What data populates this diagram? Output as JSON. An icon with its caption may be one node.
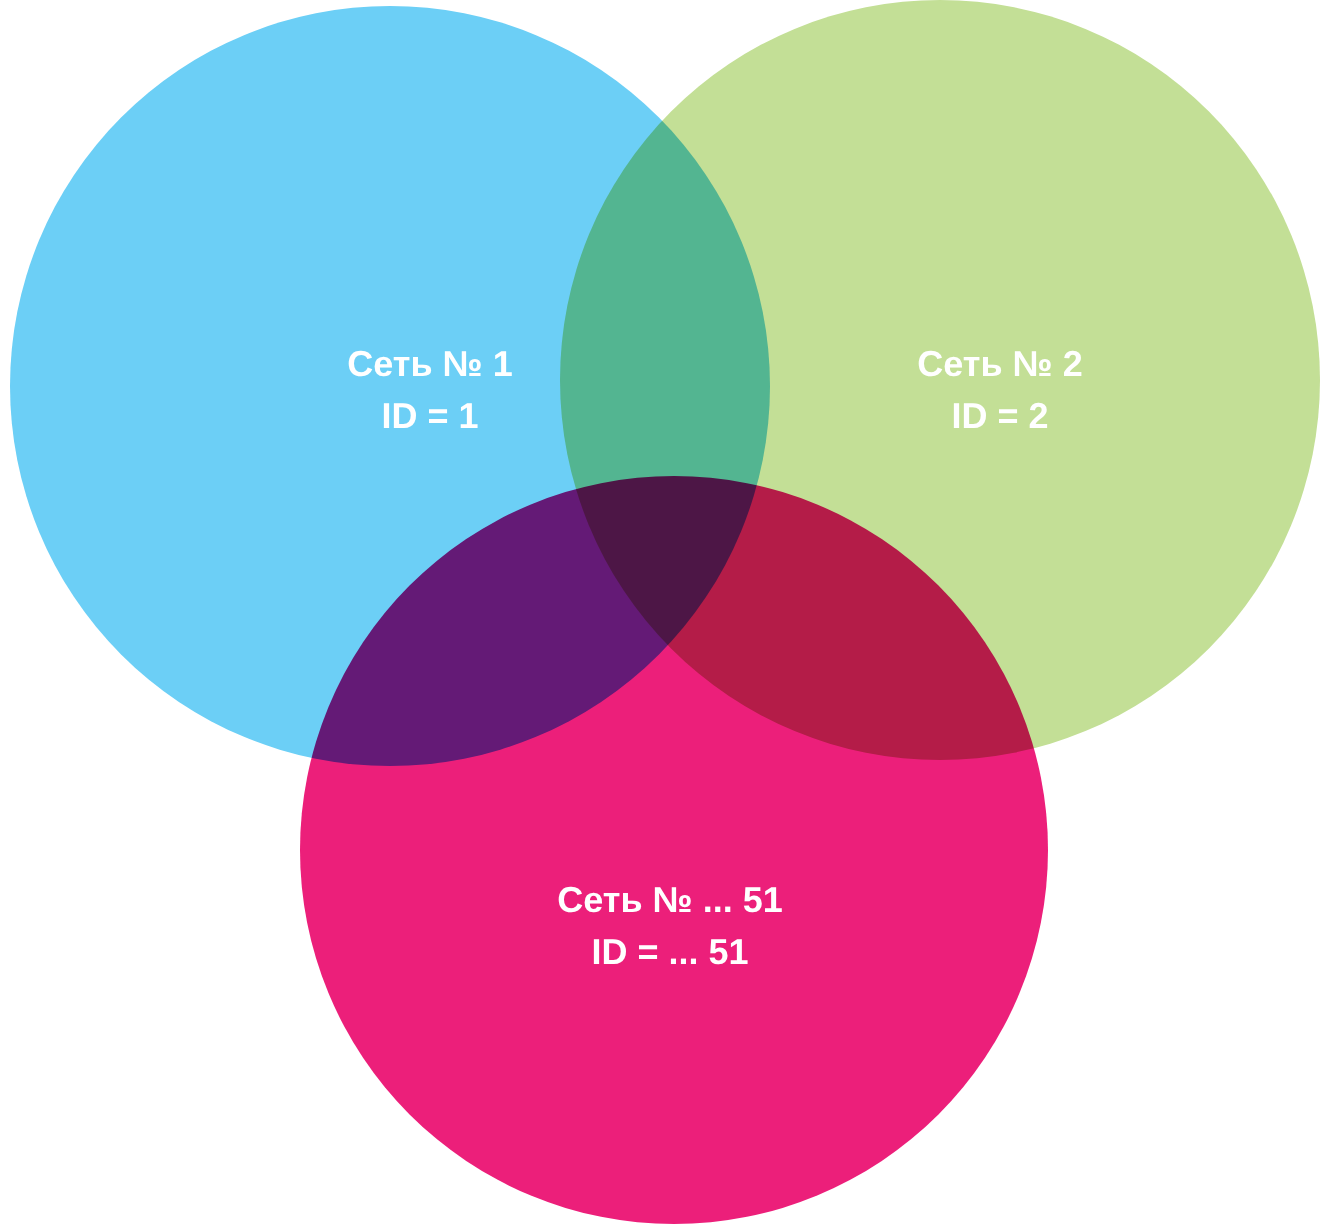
{
  "diagram": {
    "nodes": [
      {
        "text": [
          "Сеть № 1",
          "ID = 1"
        ]
      },
      {
        "text": [
          "Сеть № 2",
          "ID = 2"
        ]
      },
      {
        "text": [
          "Сеть № ... 51",
          "ID = ... 51"
        ]
      }
    ],
    "edges": []
  }
}
